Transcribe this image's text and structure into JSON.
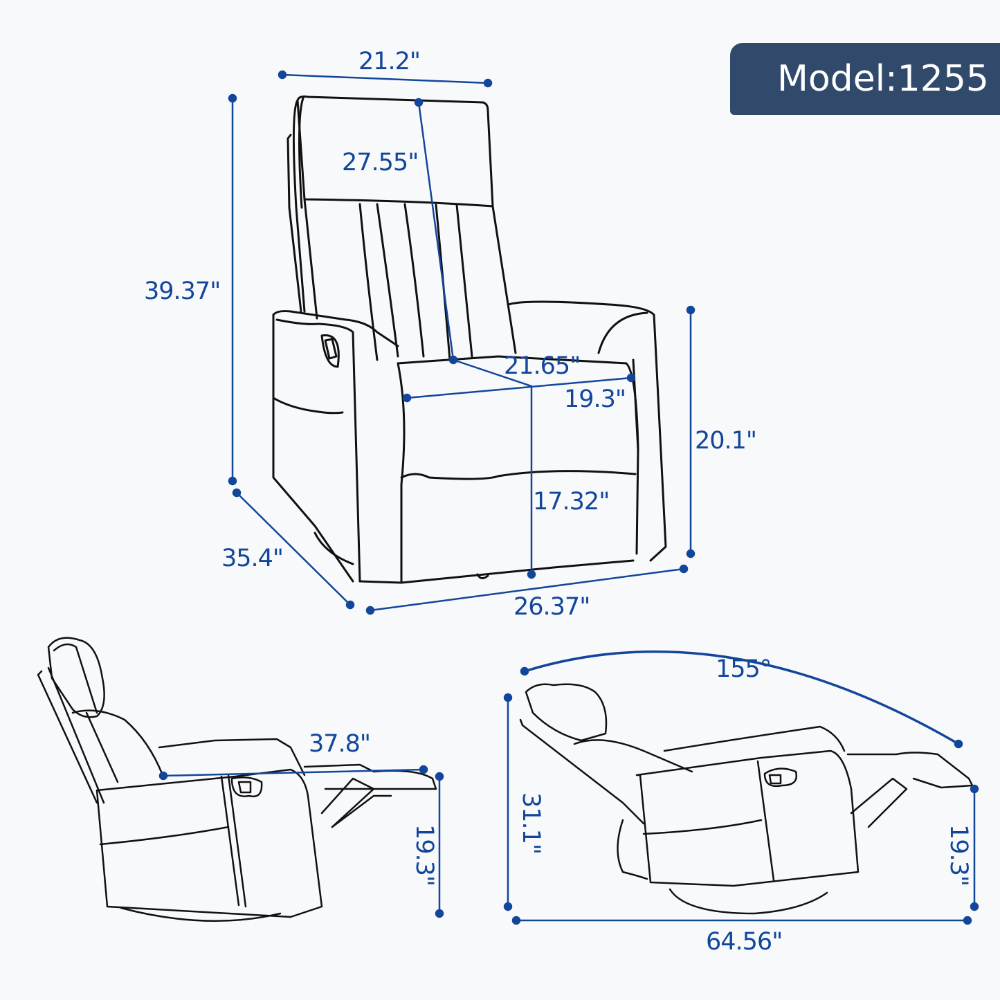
{
  "badge": {
    "label": "Model:1255",
    "bg_color": "#314a6b"
  },
  "colors": {
    "dimension": "#12469a",
    "outline": "#111111",
    "background": "#f8f9fb"
  },
  "views": {
    "front": {
      "top_width": "21.2\"",
      "backrest_height": "27.55\"",
      "overall_height": "39.37\"",
      "seat_depth": "21.65\"",
      "seat_width": "19.3\"",
      "arm_height": "20.1\"",
      "seat_height": "17.32\"",
      "depth": "35.4\"",
      "width": "26.37\""
    },
    "recline_side": {
      "extended_length": "37.8\"",
      "footrest_height": "19.3\""
    },
    "recline_full": {
      "angle": "155°",
      "height": "31.1\"",
      "footrest_height": "19.3\"",
      "length": "64.56\""
    }
  }
}
